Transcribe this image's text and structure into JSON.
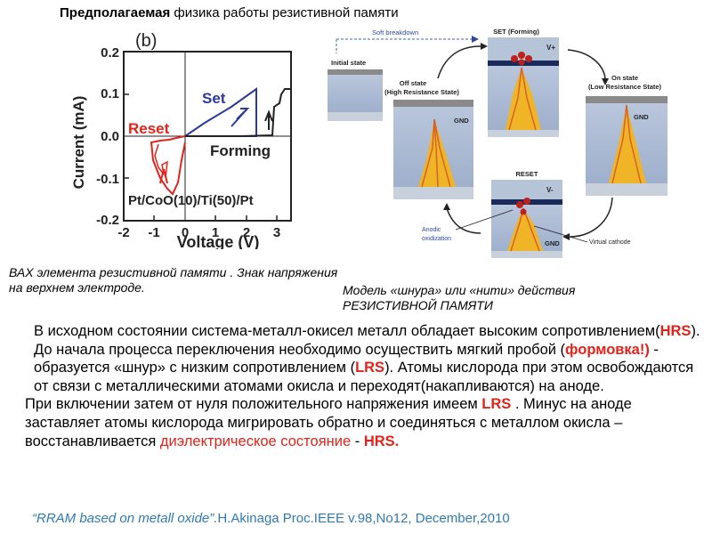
{
  "slide": {
    "title_bold": "Предполагаемая",
    "title_rest": " физика работы резистивной памяти"
  },
  "iv_chart": {
    "panel_label": "(b)",
    "ylabel": "Current (mA)",
    "xlabel": "Voltage (V)",
    "yticks": [
      "0.2",
      "0.1",
      "0.0",
      "-0.1",
      "-0.2"
    ],
    "xticks": [
      "-2",
      "-1",
      "0",
      "1",
      "2",
      "3"
    ],
    "label_reset": "Reset",
    "label_set": "Set",
    "label_forming": "Forming",
    "sample": "Pt/CoO(10)/Ti(50)/Pt",
    "colors": {
      "reset": "#e2231a",
      "set": "#2b3a9b",
      "forming": "#222222"
    }
  },
  "schematic": {
    "soft_breakdown": "Soft breakdown",
    "initial_state": "Initial state",
    "off_state_1": "Off state",
    "off_state_2": "(High Resistance State)",
    "set_forming": "SET (Forming)",
    "v_plus": "V+",
    "on_state_1": "On state",
    "on_state_2": "(Low Resistance State)",
    "gnd": "GND",
    "reset": "RESET",
    "v_minus": "V-",
    "anodic_1": "Anodic",
    "anodic_2": "oxidization",
    "virtual_cathode": "Virtual cathode"
  },
  "captions": {
    "iv": "ВАХ элемента резистивной памяти . Знак напряжения на верхнем электроде.",
    "model": "Модель «шнура» или «нити» действия РЕЗИСТИВНОЙ ПАМЯТИ"
  },
  "body": {
    "p1a": "В исходном состоянии система-металл-окисел металл обладает высоким сопротивлением(",
    "hrs": "HRS",
    "p1b": "). До начала процесса переключения необходимо осуществить мягкий пробой (",
    "forming": "формовка!)",
    "p1c": " - образуется «шнур» с низким сопротивлением (",
    "lrs": "LRS",
    "p1d": "). Атомы кислорода при этом освобождаются от связи с металлическими атомами окисла и переходят(накапливаются) на аноде.",
    "p2a": "При включении затем от нуля положительного напряжения имеем ",
    "lrs2": "LRS",
    "p2b": " . Минус на аноде заставляет атомы кислорода мигрировать обратно и соединяться с металлом окисла – восстанавливается ",
    "dielectric": "диэлектрическое состояние",
    "p2c": "  -  ",
    "hrs2": "HRS."
  },
  "reference": {
    "italic": "“RRAM based on metall oxide”.",
    "rest": "H.Akinaga Proc.IEEE v.98,No12, December,2010"
  }
}
